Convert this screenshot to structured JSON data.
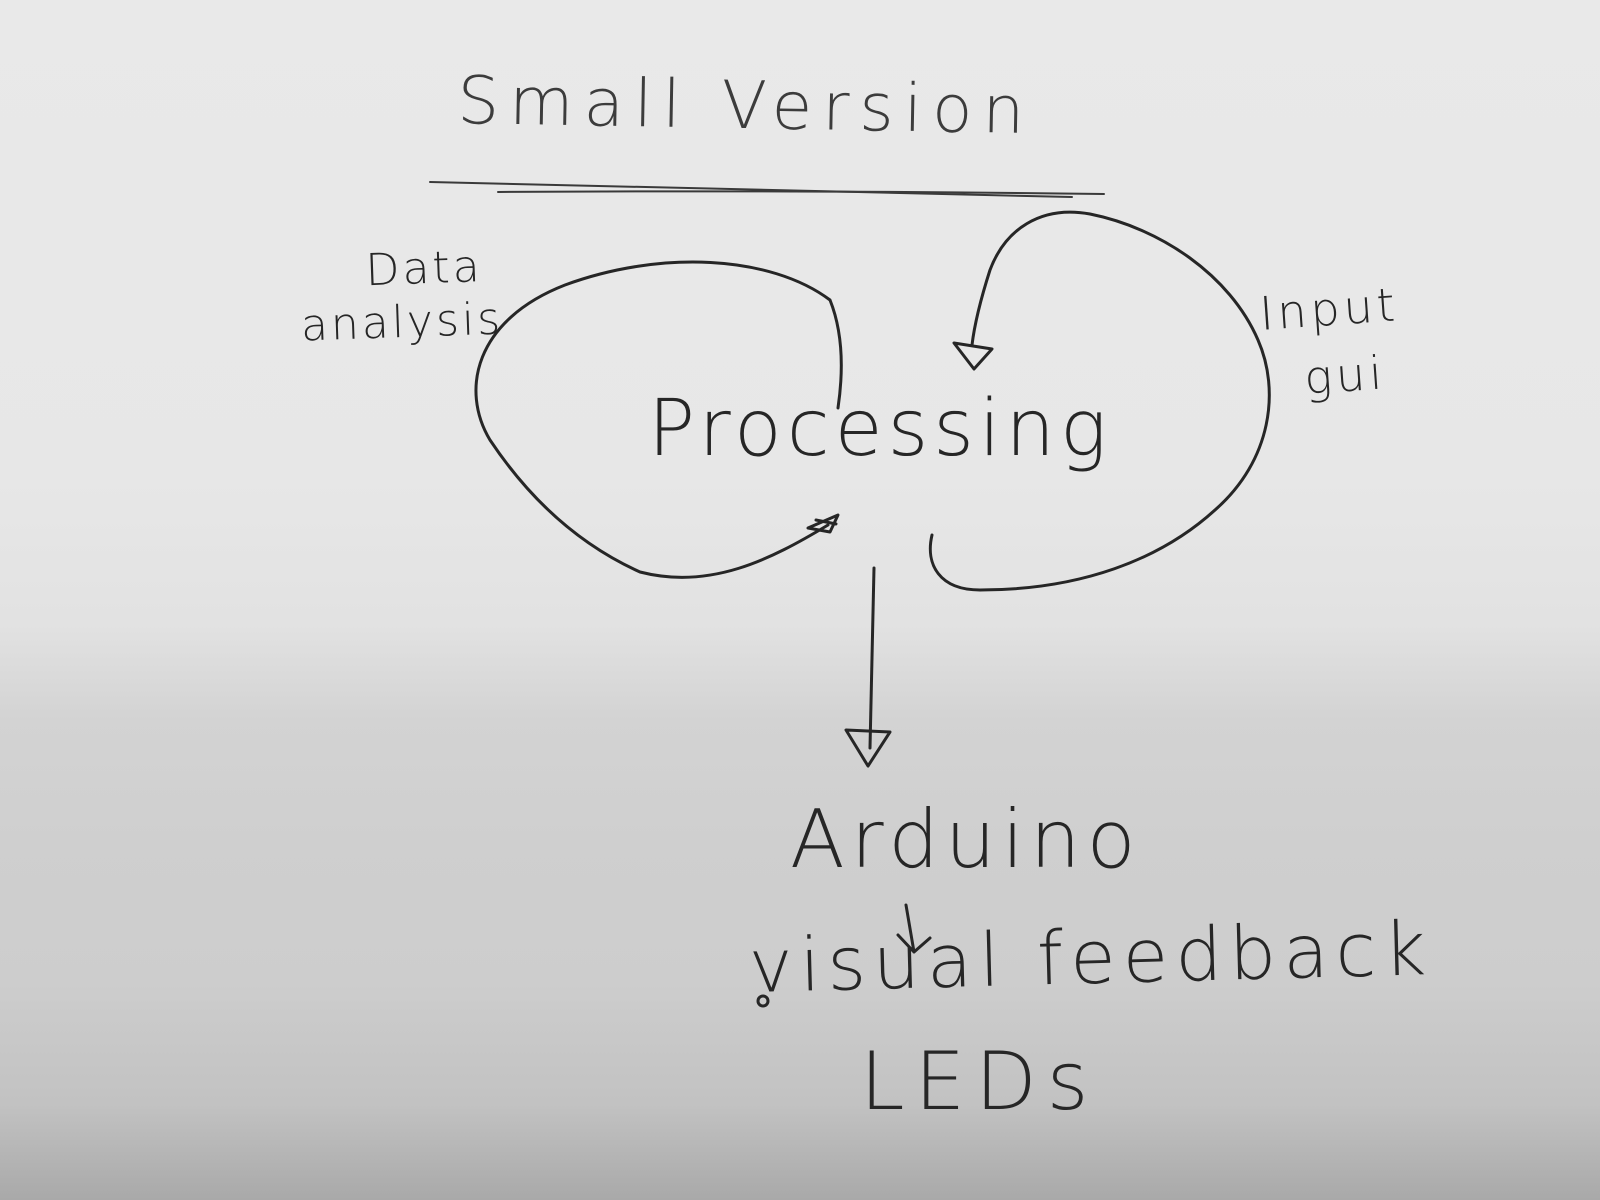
{
  "diagram": {
    "title": "Small Version",
    "nodes": {
      "data_analysis_line1": "Data",
      "data_analysis_line2": "analysis",
      "input_gui_line1": "Input",
      "input_gui_line2": "gui",
      "center": "Processing",
      "output": "Arduino",
      "feedback_line1": "visual feedback",
      "feedback_line2": "LEDs"
    }
  }
}
